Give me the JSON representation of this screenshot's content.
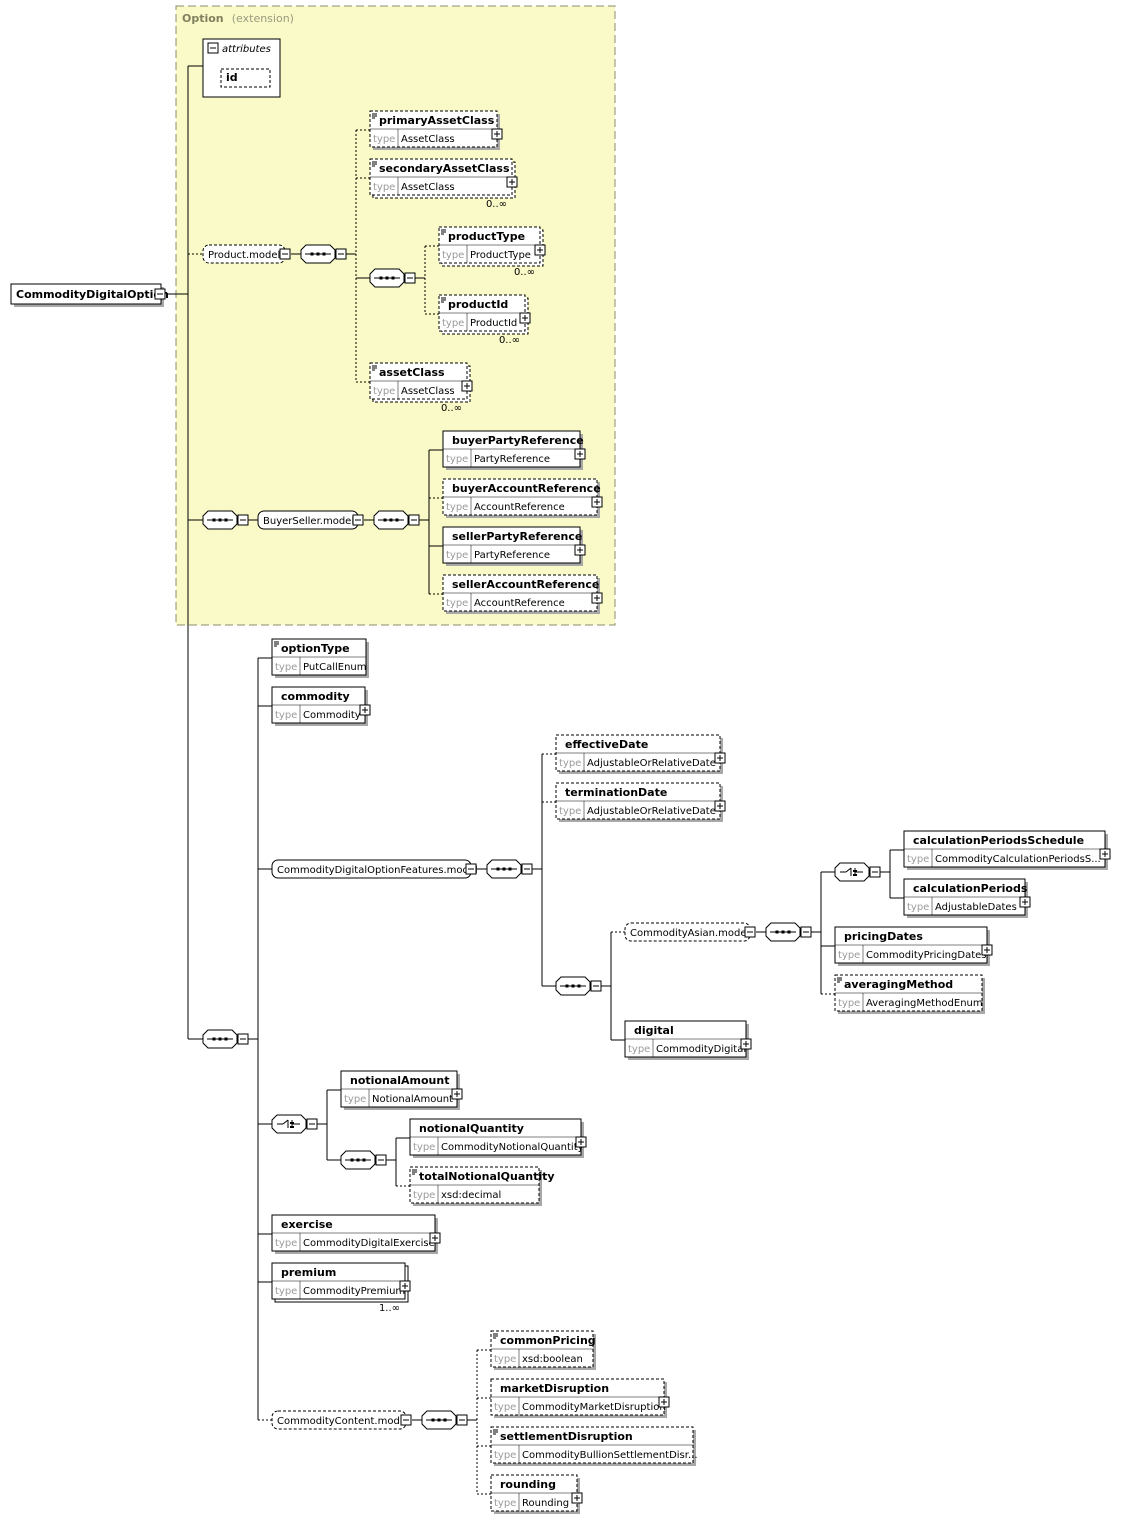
{
  "root": {
    "name": "CommodityDigitalOption"
  },
  "extension": {
    "title": "Option",
    "subtitle": "(extension)"
  },
  "attributes": {
    "title": "attributes",
    "items": [
      "id"
    ]
  },
  "type_label": "type",
  "groups": {
    "product_model": "Product.model",
    "buyer_seller_model": "BuyerSeller.model",
    "features_model": "CommodityDigitalOptionFeatures.model",
    "asian_model": "CommodityAsian.model",
    "content_model": "CommodityContent.model"
  },
  "elements": {
    "primaryAssetClass": {
      "name": "primaryAssetClass",
      "type": "AssetClass"
    },
    "secondaryAssetClass": {
      "name": "secondaryAssetClass",
      "type": "AssetClass",
      "occurs": "0..∞"
    },
    "productType": {
      "name": "productType",
      "type": "ProductType",
      "occurs": "0..∞"
    },
    "productId": {
      "name": "productId",
      "type": "ProductId",
      "occurs": "0..∞"
    },
    "assetClass": {
      "name": "assetClass",
      "type": "AssetClass",
      "occurs": "0..∞"
    },
    "buyerPartyReference": {
      "name": "buyerPartyReference",
      "type": "PartyReference"
    },
    "buyerAccountReference": {
      "name": "buyerAccountReference",
      "type": "AccountReference"
    },
    "sellerPartyReference": {
      "name": "sellerPartyReference",
      "type": "PartyReference"
    },
    "sellerAccountReference": {
      "name": "sellerAccountReference",
      "type": "AccountReference"
    },
    "optionType": {
      "name": "optionType",
      "type": "PutCallEnum"
    },
    "commodity": {
      "name": "commodity",
      "type": "Commodity"
    },
    "effectiveDate": {
      "name": "effectiveDate",
      "type": "AdjustableOrRelativeDate"
    },
    "terminationDate": {
      "name": "terminationDate",
      "type": "AdjustableOrRelativeDate"
    },
    "calculationPeriodsSchedule": {
      "name": "calculationPeriodsSchedule",
      "type": "CommodityCalculationPeriodsS..."
    },
    "calculationPeriods": {
      "name": "calculationPeriods",
      "type": "AdjustableDates"
    },
    "pricingDates": {
      "name": "pricingDates",
      "type": "CommodityPricingDates"
    },
    "averagingMethod": {
      "name": "averagingMethod",
      "type": "AveragingMethodEnum"
    },
    "digital": {
      "name": "digital",
      "type": "CommodityDigital"
    },
    "notionalAmount": {
      "name": "notionalAmount",
      "type": "NotionalAmount"
    },
    "notionalQuantity": {
      "name": "notionalQuantity",
      "type": "CommodityNotionalQuantity"
    },
    "totalNotionalQuantity": {
      "name": "totalNotionalQuantity",
      "type": "xsd:decimal"
    },
    "exercise": {
      "name": "exercise",
      "type": "CommodityDigitalExercise"
    },
    "premium": {
      "name": "premium",
      "type": "CommodityPremium",
      "occurs": "1..∞"
    },
    "commonPricing": {
      "name": "commonPricing",
      "type": "xsd:boolean"
    },
    "marketDisruption": {
      "name": "marketDisruption",
      "type": "CommodityMarketDisruption"
    },
    "settlementDisruption": {
      "name": "settlementDisruption",
      "type": "CommodityBullionSettlementDisr..."
    },
    "rounding": {
      "name": "rounding",
      "type": "Rounding"
    }
  },
  "colors": {
    "extension_fill": "#fafac8",
    "extension_border": "#8c8c6e",
    "line": "#000000",
    "type_label": "#9a9a9a"
  }
}
